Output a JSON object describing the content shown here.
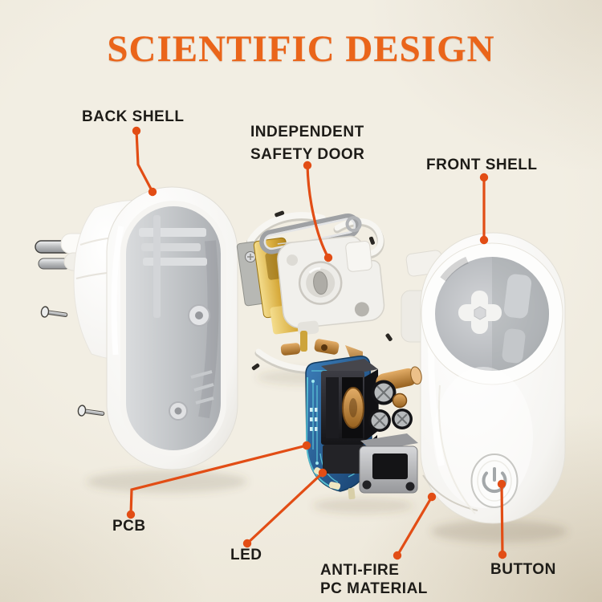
{
  "title": "SCIENTIFIC DESIGN",
  "labels": {
    "back_shell": "BACK SHELL",
    "independent_safety_door_line1": "INDEPENDENT",
    "independent_safety_door_line2": "SAFETY DOOR",
    "front_shell": "FRONT SHELL",
    "pcb": "PCB",
    "led": "LED",
    "anti_fire_line1": "ANTI-FIRE",
    "anti_fire_line2": "PC MATERIAL",
    "button": "BUTTON"
  },
  "icons": {
    "power_icon": "⏻"
  },
  "colors": {
    "background": "#f2eee3",
    "title": "#ea651a",
    "leader_line": "#e24d15",
    "label_text": "#1e1c18",
    "shell_white": "#fdfdfc",
    "cavity_grey": "#bcc0c4",
    "pcb_blue": "#2b6da9",
    "trace_teal": "#62d4e0",
    "gold_contact": "#d8ac3e",
    "copper": "#c08544",
    "component_black": "#1b1b1e",
    "bracket_grey": "#b9babc"
  }
}
